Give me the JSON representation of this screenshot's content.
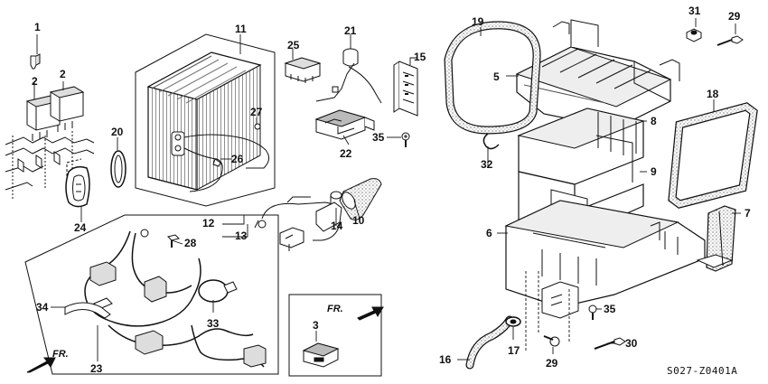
{
  "diagram": {
    "drawing_code": "S027-Z0401A",
    "direction_label_1": "FR.",
    "direction_label_2": "FR.",
    "callouts": {
      "c1": "1",
      "c2a": "2",
      "c2b": "2",
      "c3": "3",
      "c5": "5",
      "c6": "6",
      "c7": "7",
      "c8": "8",
      "c9": "9",
      "c10": "10",
      "c11": "11",
      "c12": "12",
      "c13": "13",
      "c14": "14",
      "c15": "15",
      "c16": "16",
      "c17": "17",
      "c18": "18",
      "c19": "19",
      "c20": "20",
      "c21": "21",
      "c22": "22",
      "c23": "23",
      "c24": "24",
      "c25": "25",
      "c26": "26",
      "c27": "27",
      "c28": "28",
      "c29a": "29",
      "c29b": "29",
      "c30": "30",
      "c31": "31",
      "c32": "32",
      "c33": "33",
      "c34": "34",
      "c35a": "35",
      "c35b": "35"
    }
  }
}
